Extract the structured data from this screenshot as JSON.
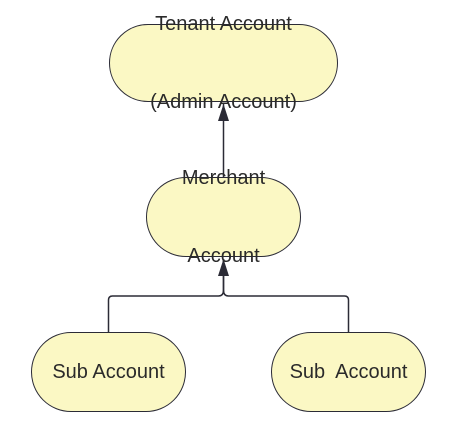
{
  "diagram": {
    "nodes": [
      {
        "id": "tenant",
        "lines": [
          "Tenant Account",
          "(Admin Account)"
        ]
      },
      {
        "id": "merchant",
        "lines": [
          "Merchant",
          "Account"
        ]
      },
      {
        "id": "sub1",
        "lines": [
          "Sub Account"
        ]
      },
      {
        "id": "sub2",
        "lines": [
          "Sub  Account"
        ]
      }
    ],
    "edges": [
      {
        "from": "merchant",
        "to": "tenant"
      },
      {
        "from": "sub1",
        "to": "merchant"
      },
      {
        "from": "sub2",
        "to": "merchant"
      }
    ]
  },
  "colors": {
    "node_fill": "#fbf8c4",
    "node_border": "#2b2b36",
    "edge": "#2b2b36"
  }
}
